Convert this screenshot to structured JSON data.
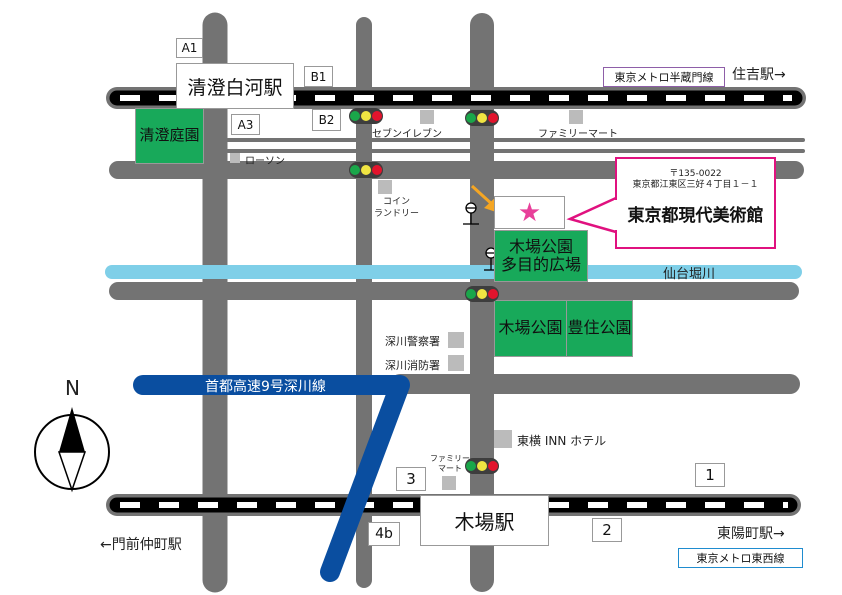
{
  "stations": {
    "kiyosumi": "清澄白河駅",
    "kiba": "木場駅"
  },
  "exits": {
    "a1": "A1",
    "b1": "B1",
    "a3": "A3",
    "b2": "B2",
    "e3": "3",
    "e4b": "4b",
    "e1": "1",
    "e2": "2"
  },
  "lines": {
    "hanzomon": "東京メトロ半蔵門線",
    "tozai": "東京メトロ東西線",
    "sumiyoshi": "住吉駅→",
    "toyocho": "東陽町駅→",
    "monzen": "←門前仲町駅",
    "expressway": "首都高速9号深川線"
  },
  "parks": {
    "kiyosumi_garden": "清澄庭園",
    "kiba_plaza_1": "木場公園",
    "kiba_plaza_2": "多目的広場",
    "kiba_park": "木場公園",
    "toyosumi_park": "豊住公園"
  },
  "landmarks": {
    "lawson": "ローソン",
    "seven": "セブンイレブン",
    "family1": "ファミリーマート",
    "coin1": "コイン",
    "coin2": "ランドリー",
    "police": "深川警察署",
    "fire": "深川消防署",
    "toyoko": "東横 INN ホテル",
    "family2a": "ファミリー",
    "family2b": "マート",
    "river": "仙台堀川"
  },
  "museum": {
    "postal": "〒135-0022",
    "address": "東京都江東区三好４丁目１－１",
    "name": "東京都現代美術館"
  },
  "compass": {
    "north": "N"
  },
  "colors": {
    "road": "#737373",
    "river": "#7fcfe8",
    "park": "#18a95a",
    "expressway": "#0a4ea0",
    "callout": "#e0117f",
    "star": "#e8409a",
    "arrow": "#f5a623",
    "hanzomon": "#8e5ea8",
    "tozai": "#1f8ccf"
  }
}
